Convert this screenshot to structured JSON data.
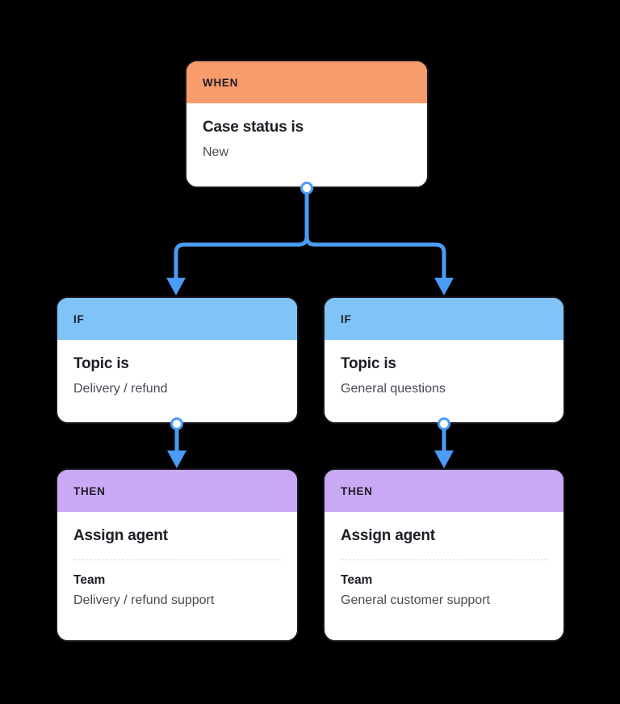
{
  "diagram": {
    "type": "workflow-rule-flowchart",
    "colors": {
      "background": "#000000",
      "card_background": "#ffffff",
      "card_border": "#16161d",
      "when_header": "#f89c6c",
      "if_header": "#7fc3f7",
      "then_header": "#c9a8f5",
      "connector": "#4a9cf6",
      "divider": "#d5d5dc",
      "title_text": "#1d1d26",
      "subtitle_text": "#4a4a55"
    },
    "nodes": [
      {
        "id": "when",
        "header": "WHEN",
        "title": "Case status is",
        "subtitle": "New"
      },
      {
        "id": "if-1",
        "header": "IF",
        "title": "Topic is",
        "subtitle": "Delivery / refund"
      },
      {
        "id": "if-2",
        "header": "IF",
        "title": "Topic is",
        "subtitle": "General questions"
      },
      {
        "id": "then-1",
        "header": "THEN",
        "title": "Assign agent",
        "field_label": "Team",
        "field_value": "Delivery / refund support"
      },
      {
        "id": "then-2",
        "header": "THEN",
        "title": "Assign agent",
        "field_label": "Team",
        "field_value": "General customer support"
      }
    ],
    "connections": [
      {
        "from": "when",
        "to": "if-1",
        "style": "elbow-branch-arrow"
      },
      {
        "from": "when",
        "to": "if-2",
        "style": "elbow-branch-arrow"
      },
      {
        "from": "if-1",
        "to": "then-1",
        "style": "straight-arrow"
      },
      {
        "from": "if-2",
        "to": "then-2",
        "style": "straight-arrow"
      }
    ]
  }
}
